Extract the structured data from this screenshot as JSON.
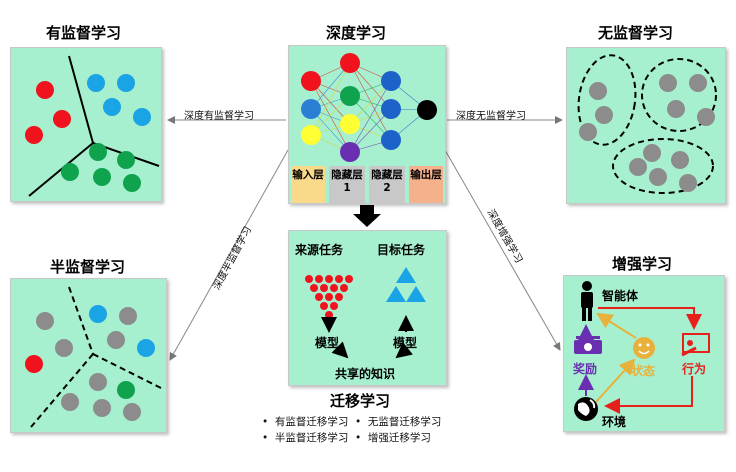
{
  "titles": {
    "supervised": "有监督学习",
    "deep": "深度学习",
    "unsupervised": "无监督学习",
    "semi": "半监督学习",
    "rl": "增强学习",
    "transfer": "迁移学习"
  },
  "edges": {
    "supervised": "深度有监督学习",
    "unsupervised": "深度无监督学习",
    "semi": "深度半监督学习",
    "rl": "深度增强学习"
  },
  "nn_layers": [
    "输入层",
    "隐藏层 1",
    "隐藏层 2",
    "输出层"
  ],
  "transfer_panel": {
    "source": "来源任务",
    "target": "目标任务",
    "model_left": "模型",
    "model_right": "模型",
    "shared": "共享的知识"
  },
  "transfer_types": [
    "有监督迁移学习",
    "无监督迁移学习",
    "半监督迁移学习",
    "增强迁移学习"
  ],
  "rl_panel": {
    "agent": "智能体",
    "reward": "奖励",
    "state": "状态",
    "action": "行为",
    "env": "环境"
  },
  "colors": {
    "panel_bg": "#a6f0cf",
    "red": "#f0131d",
    "blue": "#1aa4e6",
    "green": "#10a34e",
    "gray": "#8c8c8c",
    "purple": "#6a2fb0",
    "neuron_yellow": "#ffff33",
    "output_black": "#000000"
  }
}
